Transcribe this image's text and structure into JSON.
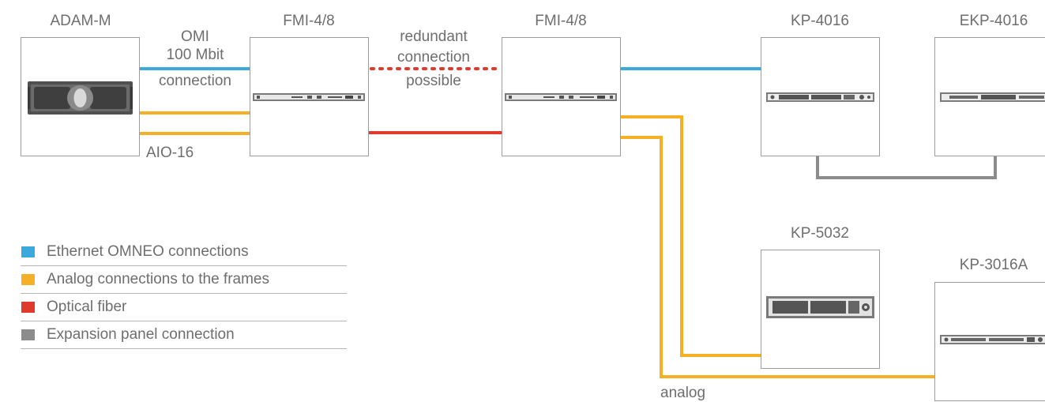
{
  "colors": {
    "ethernet": "#3aa9dc",
    "analog": "#f6b026",
    "optical": "#df3a2b",
    "expansion": "#8c8c8c",
    "box_border": "#9c9c9c",
    "device": "#5a5a5a",
    "text": "#6e6e6e"
  },
  "devices": {
    "adam_m": "ADAM-M",
    "fmi_left": "FMI-4/8",
    "fmi_right": "FMI-4/8",
    "kp_4016": "KP-4016",
    "ekp_4016": "EKP-4016",
    "kp_5032": "KP-5032",
    "kp_3016a": "KP-3016A"
  },
  "connection_labels": {
    "omi_line1": "OMI",
    "omi_line2": "100 Mbit",
    "omi_line3": "connection",
    "aio": "AIO-16",
    "redundant_line1": "redundant",
    "redundant_line2": "connection",
    "redundant_line3": "possible",
    "analog": "analog"
  },
  "legend": [
    {
      "label": "Ethernet OMNEO connections",
      "color": "#3aa9dc"
    },
    {
      "label": "Analog connections to the frames",
      "color": "#f6b026"
    },
    {
      "label": "Optical fiber",
      "color": "#df3a2b"
    },
    {
      "label": "Expansion panel connection",
      "color": "#8c8c8c"
    }
  ]
}
